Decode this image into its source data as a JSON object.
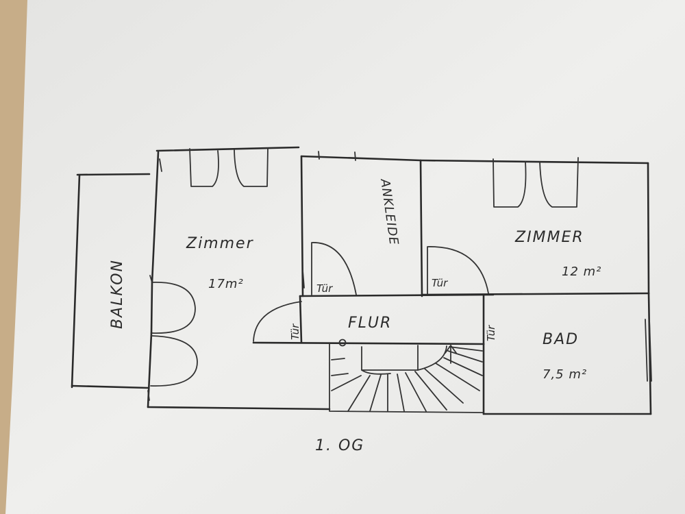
{
  "plan": {
    "floor_label": "1. OG",
    "rooms": {
      "balkon": {
        "name": "BALKON"
      },
      "zimmer_left": {
        "name": "Zimmer",
        "area": "17m²"
      },
      "ankleide": {
        "name": "ANKLEIDE"
      },
      "zimmer_right": {
        "name": "ZIMMER",
        "area": "12 m²"
      },
      "flur": {
        "name": "FLUR"
      },
      "bad": {
        "name": "BAD",
        "area": "7,5 m²"
      }
    },
    "doors": {
      "ankleide_door": "Tür",
      "zimmer_right_door": "Tür",
      "flur_left_door": "Tür",
      "flur_right_door": "Tür"
    }
  },
  "colors": {
    "paper": "#ececec",
    "table": "#c9b08c",
    "ink": "#2a2a2a"
  }
}
